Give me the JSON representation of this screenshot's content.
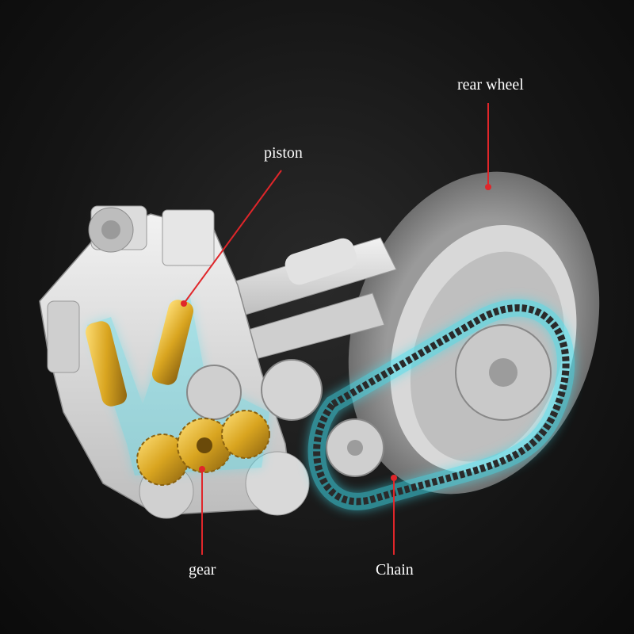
{
  "labels": {
    "rear_wheel": "rear wheel",
    "piston": "piston",
    "gear": "gear",
    "chain": "Chain"
  },
  "colors": {
    "leader_line": "#e0262a",
    "highlight_glow": "#3fe0f0",
    "gold_part": "#d9a520",
    "white_brick": "#e9e9e9",
    "tire": "#8a8a8a",
    "chain": "#2a2a2a"
  }
}
